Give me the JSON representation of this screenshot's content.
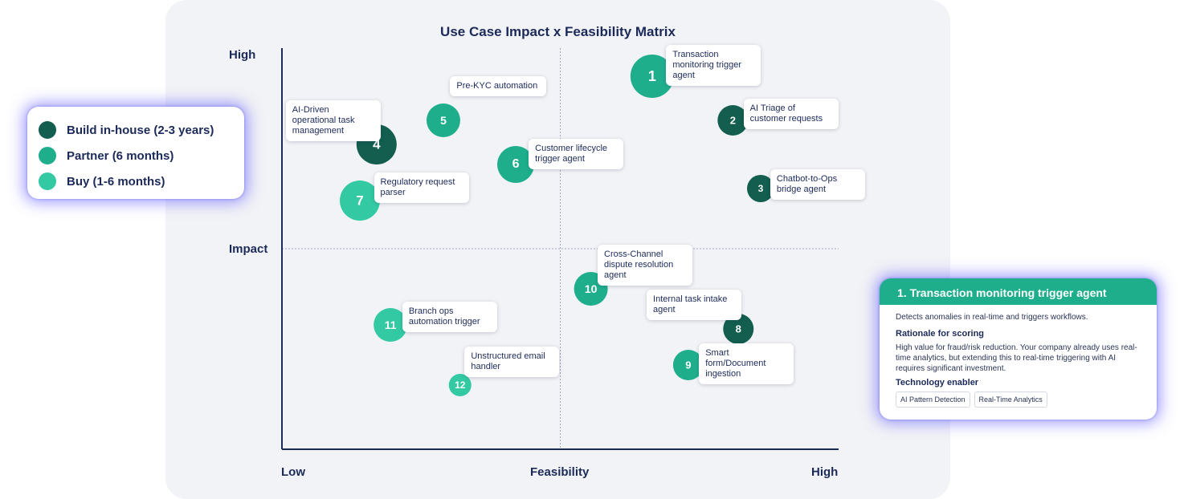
{
  "chart_data": {
    "type": "scatter",
    "title": "Use Case Impact x Feasibility Matrix",
    "xlabel": "Feasibility",
    "ylabel": "Impact",
    "x_tick_labels": [
      "Low",
      "High"
    ],
    "y_tick_labels": [
      "High"
    ],
    "xlim": [
      0,
      10
    ],
    "ylim": [
      0,
      10
    ],
    "quadrant_dividers": {
      "x": 5,
      "y": 5
    },
    "legend_placement": "left",
    "categories": [
      {
        "key": "build",
        "label": "Build in-house (2-3 years)",
        "color": "#135e4e"
      },
      {
        "key": "partner",
        "label": "Partner (6 months)",
        "color": "#1fae8c"
      },
      {
        "key": "buy",
        "label": "Buy (1-6 months)",
        "color": "#33c9a3"
      }
    ],
    "points": [
      {
        "id": "1",
        "label": "Transaction monitoring trigger agent",
        "x": 6.65,
        "y": 9.3,
        "size": 27,
        "category": "partner",
        "callout_side": "right"
      },
      {
        "id": "2",
        "label": "AI Triage of customer requests",
        "x": 8.1,
        "y": 8.2,
        "size": 19,
        "category": "build",
        "callout_side": "right"
      },
      {
        "id": "3",
        "label": "Chatbot-to-Ops bridge agent",
        "x": 8.6,
        "y": 6.5,
        "size": 17,
        "category": "build",
        "callout_side": "right"
      },
      {
        "id": "4",
        "label": "AI-Driven operational task management",
        "x": 1.7,
        "y": 7.6,
        "size": 25,
        "category": "build",
        "callout_side": "top-left"
      },
      {
        "id": "5",
        "label": "Pre-KYC automation",
        "x": 2.9,
        "y": 8.2,
        "size": 21,
        "category": "partner",
        "callout_side": "top-right"
      },
      {
        "id": "6",
        "label": "Customer lifecycle trigger agent",
        "x": 4.2,
        "y": 7.1,
        "size": 23,
        "category": "partner",
        "callout_side": "right"
      },
      {
        "id": "7",
        "label": "Regulatory request parser",
        "x": 1.4,
        "y": 6.2,
        "size": 25,
        "category": "buy",
        "callout_side": "right"
      },
      {
        "id": "8",
        "label": "Internal task intake agent",
        "x": 8.2,
        "y": 3.0,
        "size": 19,
        "category": "build",
        "callout_side": "top-left"
      },
      {
        "id": "9",
        "label": "Smart form/Document ingestion",
        "x": 7.3,
        "y": 2.1,
        "size": 19,
        "category": "partner",
        "callout_side": "right"
      },
      {
        "id": "10",
        "label": "Cross-Channel dispute resolution agent",
        "x": 5.55,
        "y": 4.0,
        "size": 21,
        "category": "partner",
        "callout_side": "top-right"
      },
      {
        "id": "11",
        "label": "Branch ops automation trigger",
        "x": 1.95,
        "y": 3.1,
        "size": 21,
        "category": "buy",
        "callout_side": "right"
      },
      {
        "id": "12",
        "label": "Unstructured email handler",
        "x": 3.2,
        "y": 1.6,
        "size": 14,
        "category": "buy",
        "callout_side": "top-right"
      }
    ]
  },
  "detail_card": {
    "title": "1. Transaction monitoring trigger agent",
    "description": "Detects anomalies in real-time and triggers workflows.",
    "rationale_heading": "Rationale for scoring",
    "rationale": "High value for fraud/risk reduction. Your company already uses real-time analytics, but extending this to real-time triggering with AI requires significant investment.",
    "tech_heading": "Technology enabler",
    "tags": [
      "AI Pattern Detection",
      "Real-Time Analytics"
    ],
    "header_color": "#1fae8c"
  }
}
